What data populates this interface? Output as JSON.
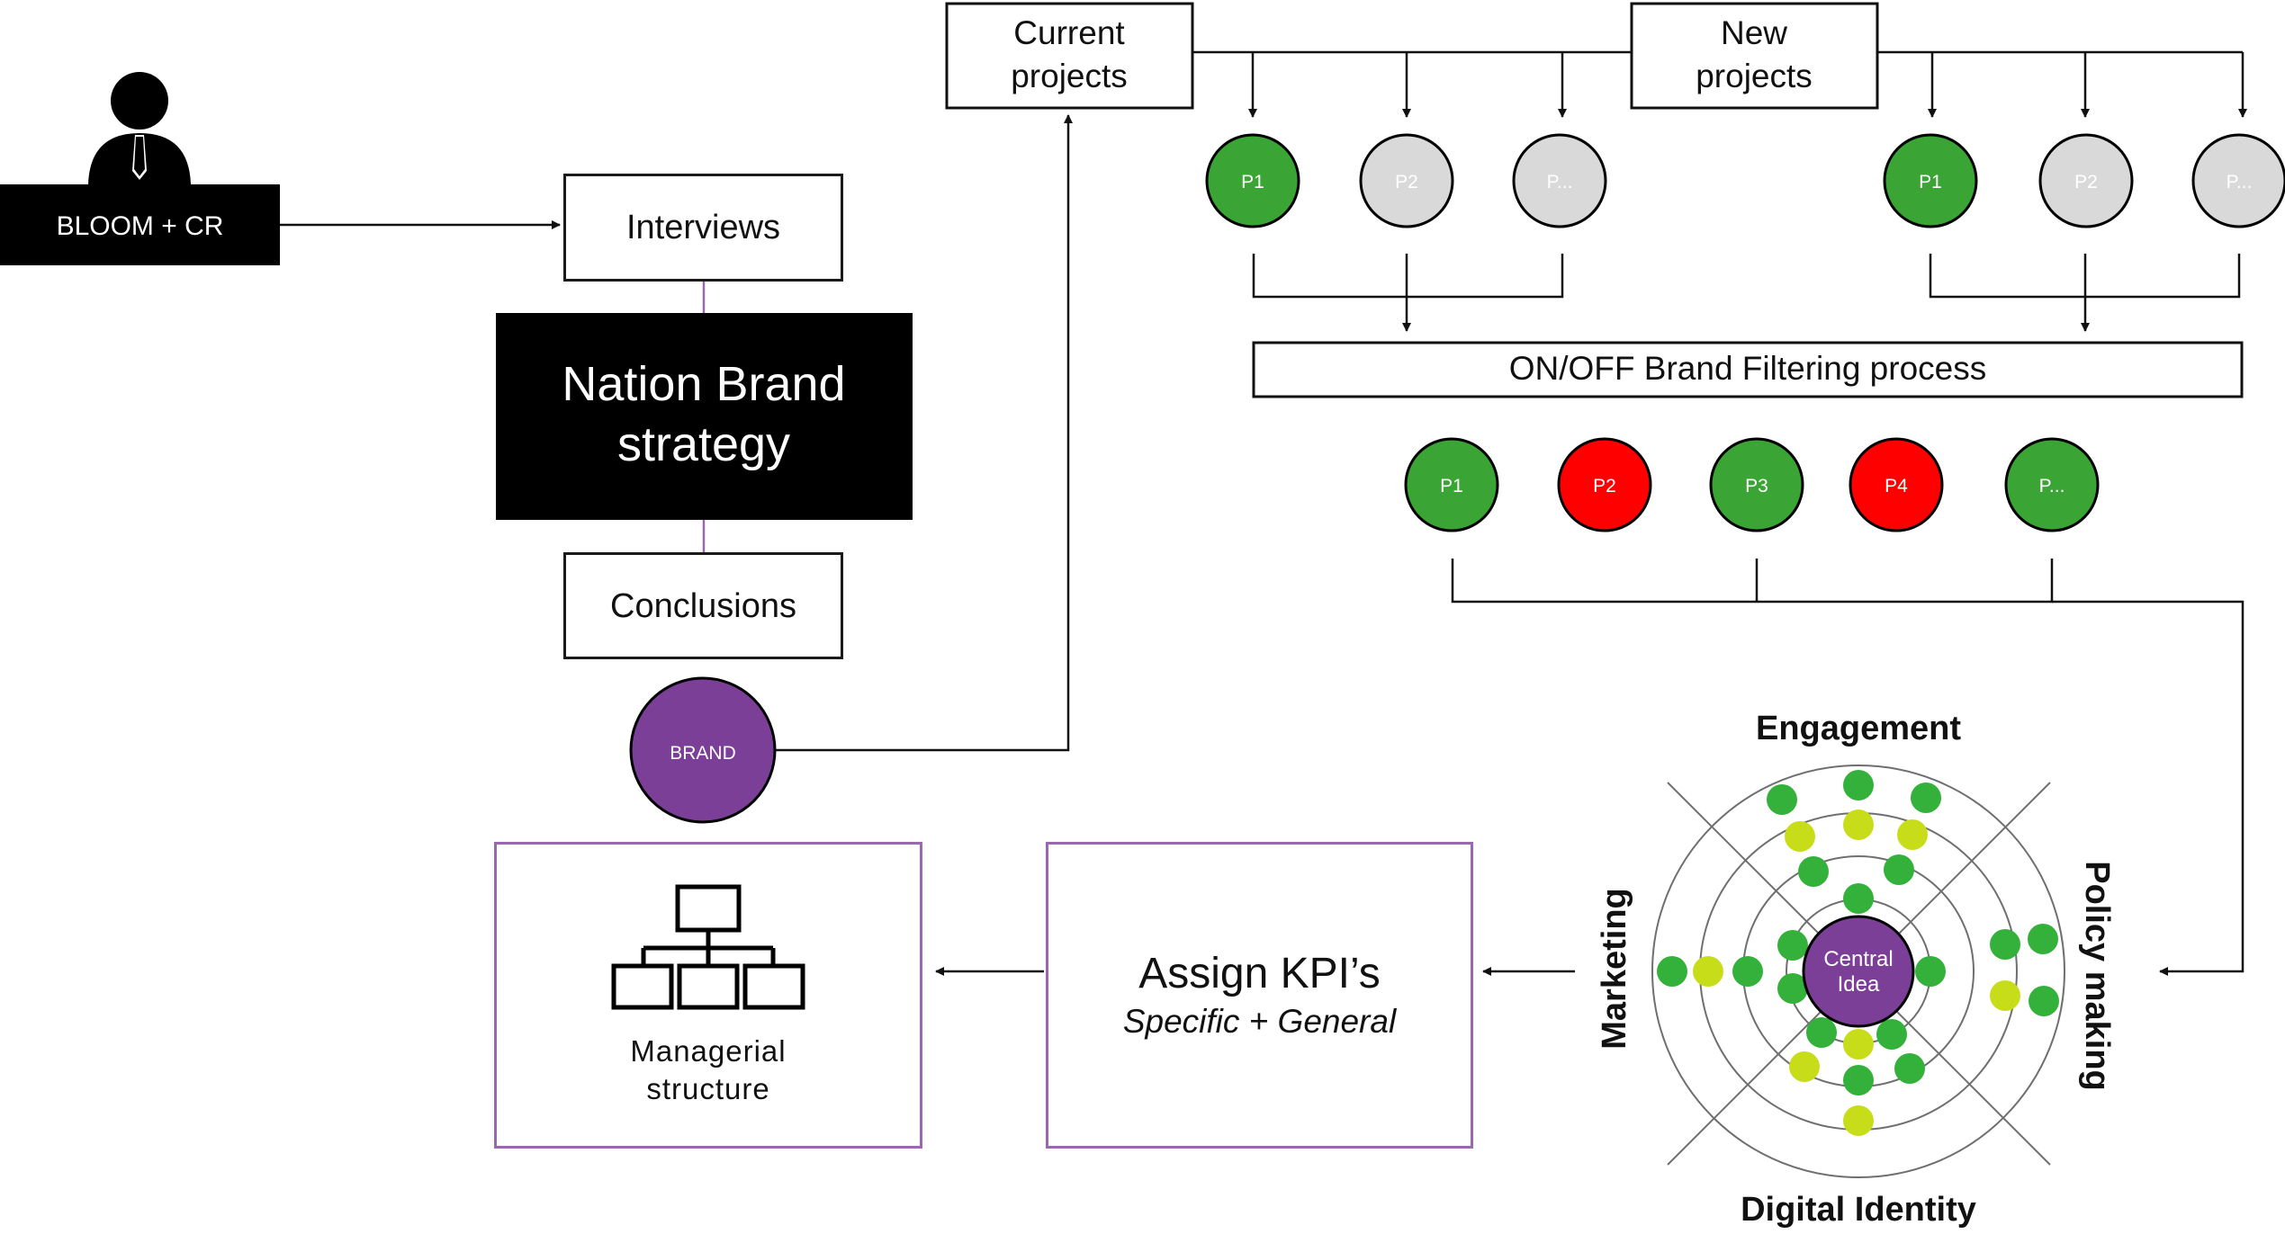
{
  "person": {
    "label": "BLOOM + CR"
  },
  "left_column": {
    "interviews": "Interviews",
    "strategy_line1": "Nation Brand",
    "strategy_line2": "strategy",
    "conclusions": "Conclusions",
    "brand": "BRAND"
  },
  "projects": {
    "current_line1": "Current",
    "current_line2": "projects",
    "new_line1": "New",
    "new_line2": "projects",
    "current_items": [
      "P1",
      "P2",
      "P..."
    ],
    "new_items": [
      "P1",
      "P2",
      "P..."
    ],
    "filtering": "ON/OFF Brand Filtering process",
    "filtered_items": [
      "P1",
      "P2",
      "P3",
      "P4",
      "P..."
    ]
  },
  "wheel": {
    "top": "Engagement",
    "right": "Policy making",
    "bottom": "Digital Identity",
    "left": "Marketing",
    "center_line1": "Central",
    "center_line2": "Idea"
  },
  "kpi": {
    "title": "Assign KPI’s",
    "subtitle": "Specific + General"
  },
  "managerial": {
    "line1": "Managerial",
    "line2": "structure"
  },
  "colors": {
    "on_green": "#3aa535",
    "off_red": "#ff0000",
    "pending_grey": "#d9d9d9",
    "brand_purple": "#7b3f98",
    "dot_green": "#33b13a",
    "dot_yellow": "#c8dd1a",
    "strategy_black": "#000000"
  }
}
